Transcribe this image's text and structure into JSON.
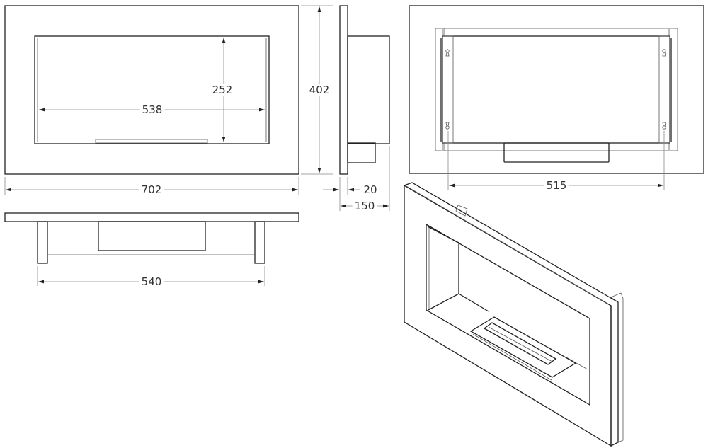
{
  "drawing": {
    "views": [
      "front",
      "side",
      "back",
      "top",
      "isometric"
    ],
    "dimensions": {
      "inner_width": "538",
      "inner_height": "252",
      "overall_height": "402",
      "overall_width": "702",
      "frame_depth": "20",
      "total_depth": "150",
      "bracket_spacing": "515",
      "leg_spacing": "540"
    },
    "line_color": "#222222",
    "dimension_color": "#888888"
  }
}
